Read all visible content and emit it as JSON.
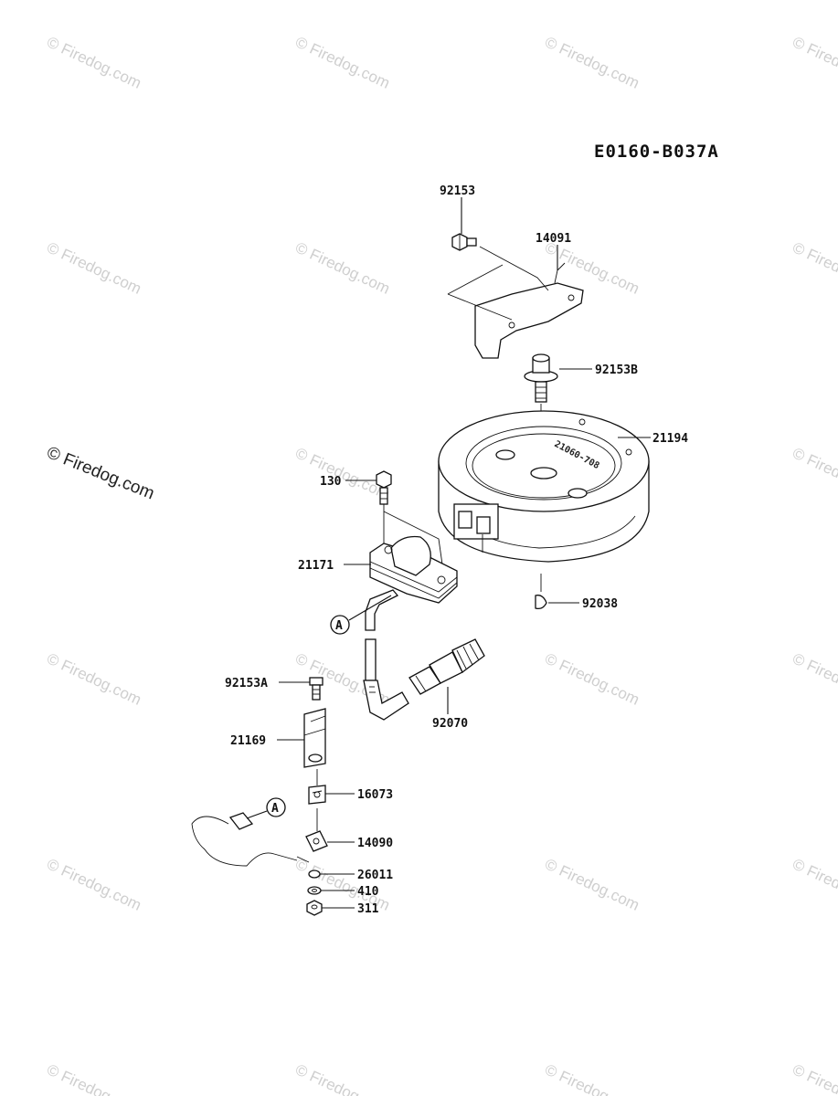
{
  "diagram_code": "E0160-B037A",
  "watermark": "© Firedog.com",
  "flywheel_stamp": "21060-708",
  "ref_marker": "A",
  "parts": [
    {
      "id": "92153",
      "label": "92153"
    },
    {
      "id": "14091",
      "label": "14091"
    },
    {
      "id": "92153B",
      "label": "92153B"
    },
    {
      "id": "21194",
      "label": "21194"
    },
    {
      "id": "130",
      "label": "130"
    },
    {
      "id": "21171",
      "label": "21171"
    },
    {
      "id": "92038",
      "label": "92038"
    },
    {
      "id": "92153A",
      "label": "92153A"
    },
    {
      "id": "92070",
      "label": "92070"
    },
    {
      "id": "21169",
      "label": "21169"
    },
    {
      "id": "16073",
      "label": "16073"
    },
    {
      "id": "14090",
      "label": "14090"
    },
    {
      "id": "26011",
      "label": "26011"
    },
    {
      "id": "410",
      "label": "410"
    },
    {
      "id": "311",
      "label": "311"
    }
  ]
}
